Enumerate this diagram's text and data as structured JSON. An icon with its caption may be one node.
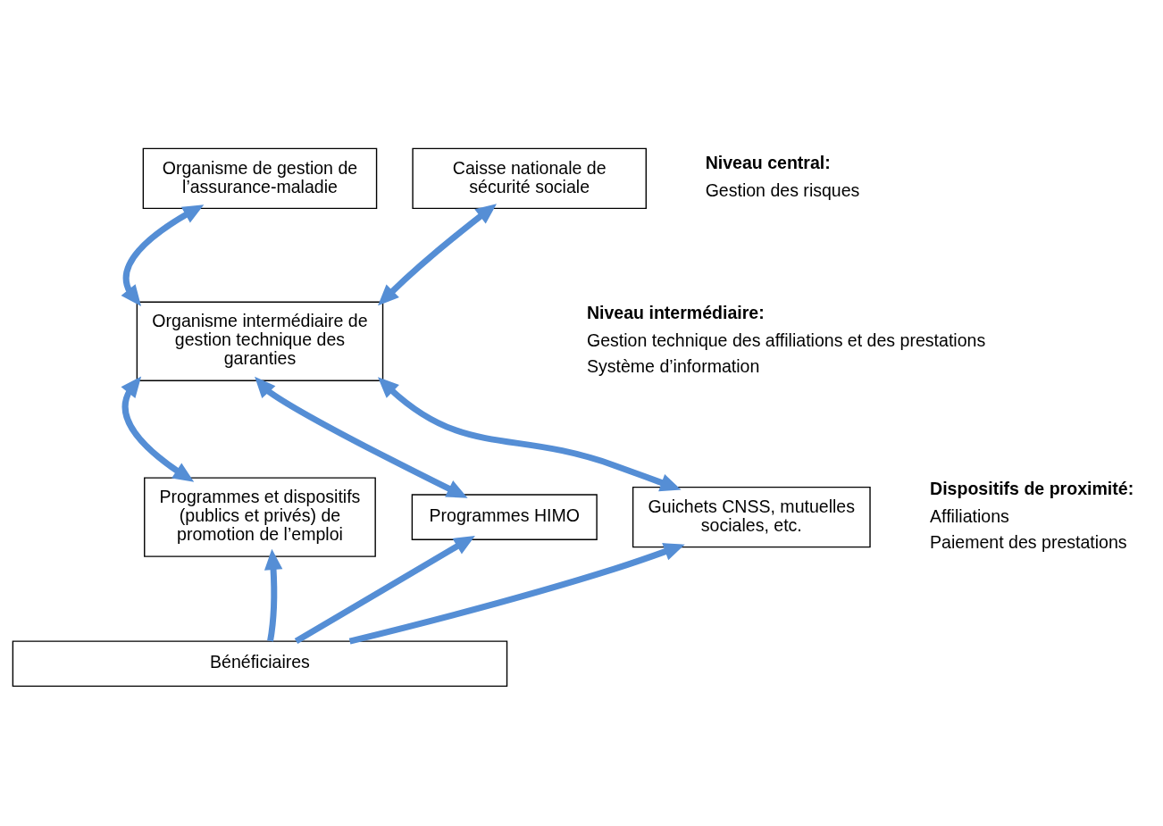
{
  "diagram": {
    "nodes": [
      {
        "text": [
          "Organisme de gestion de l’assurance-maladie"
        ]
      },
      {
        "text": [
          "Caisse nationale de sécurité sociale"
        ]
      },
      {
        "text": [
          "Organisme intermédiaire de gestion technique des garanties"
        ]
      },
      {
        "text": [
          "Programmes et dispositifs (publics et privés) de promotion de l’emploi"
        ]
      },
      {
        "text": [
          "Programmes HIMO"
        ]
      },
      {
        "text": [
          "Guichets CNSS, mutuelles sociales, etc."
        ]
      },
      {
        "text": [
          "Bénéficiaires"
        ]
      }
    ],
    "edges": [
      {
        "from": 2,
        "to": 0,
        "arrow": "both"
      },
      {
        "from": 2,
        "to": 1,
        "arrow": "both"
      },
      {
        "from": 2,
        "to": 3,
        "arrow": "both"
      },
      {
        "from": 2,
        "to": 4,
        "arrow": "both"
      },
      {
        "from": 2,
        "to": 5,
        "arrow": "both"
      },
      {
        "from": 6,
        "to": 3,
        "arrow": "to"
      },
      {
        "from": 6,
        "to": 4,
        "arrow": "to"
      },
      {
        "from": 6,
        "to": 5,
        "arrow": "to"
      }
    ],
    "labels": [
      "Niveau central:",
      "Gestion des risques",
      "Niveau intermédiaire:",
      "Gestion technique des affiliations et des prestations",
      "Système d’information",
      "Dispositifs de proximité:",
      "Affiliations",
      "Paiement des prestations"
    ]
  }
}
